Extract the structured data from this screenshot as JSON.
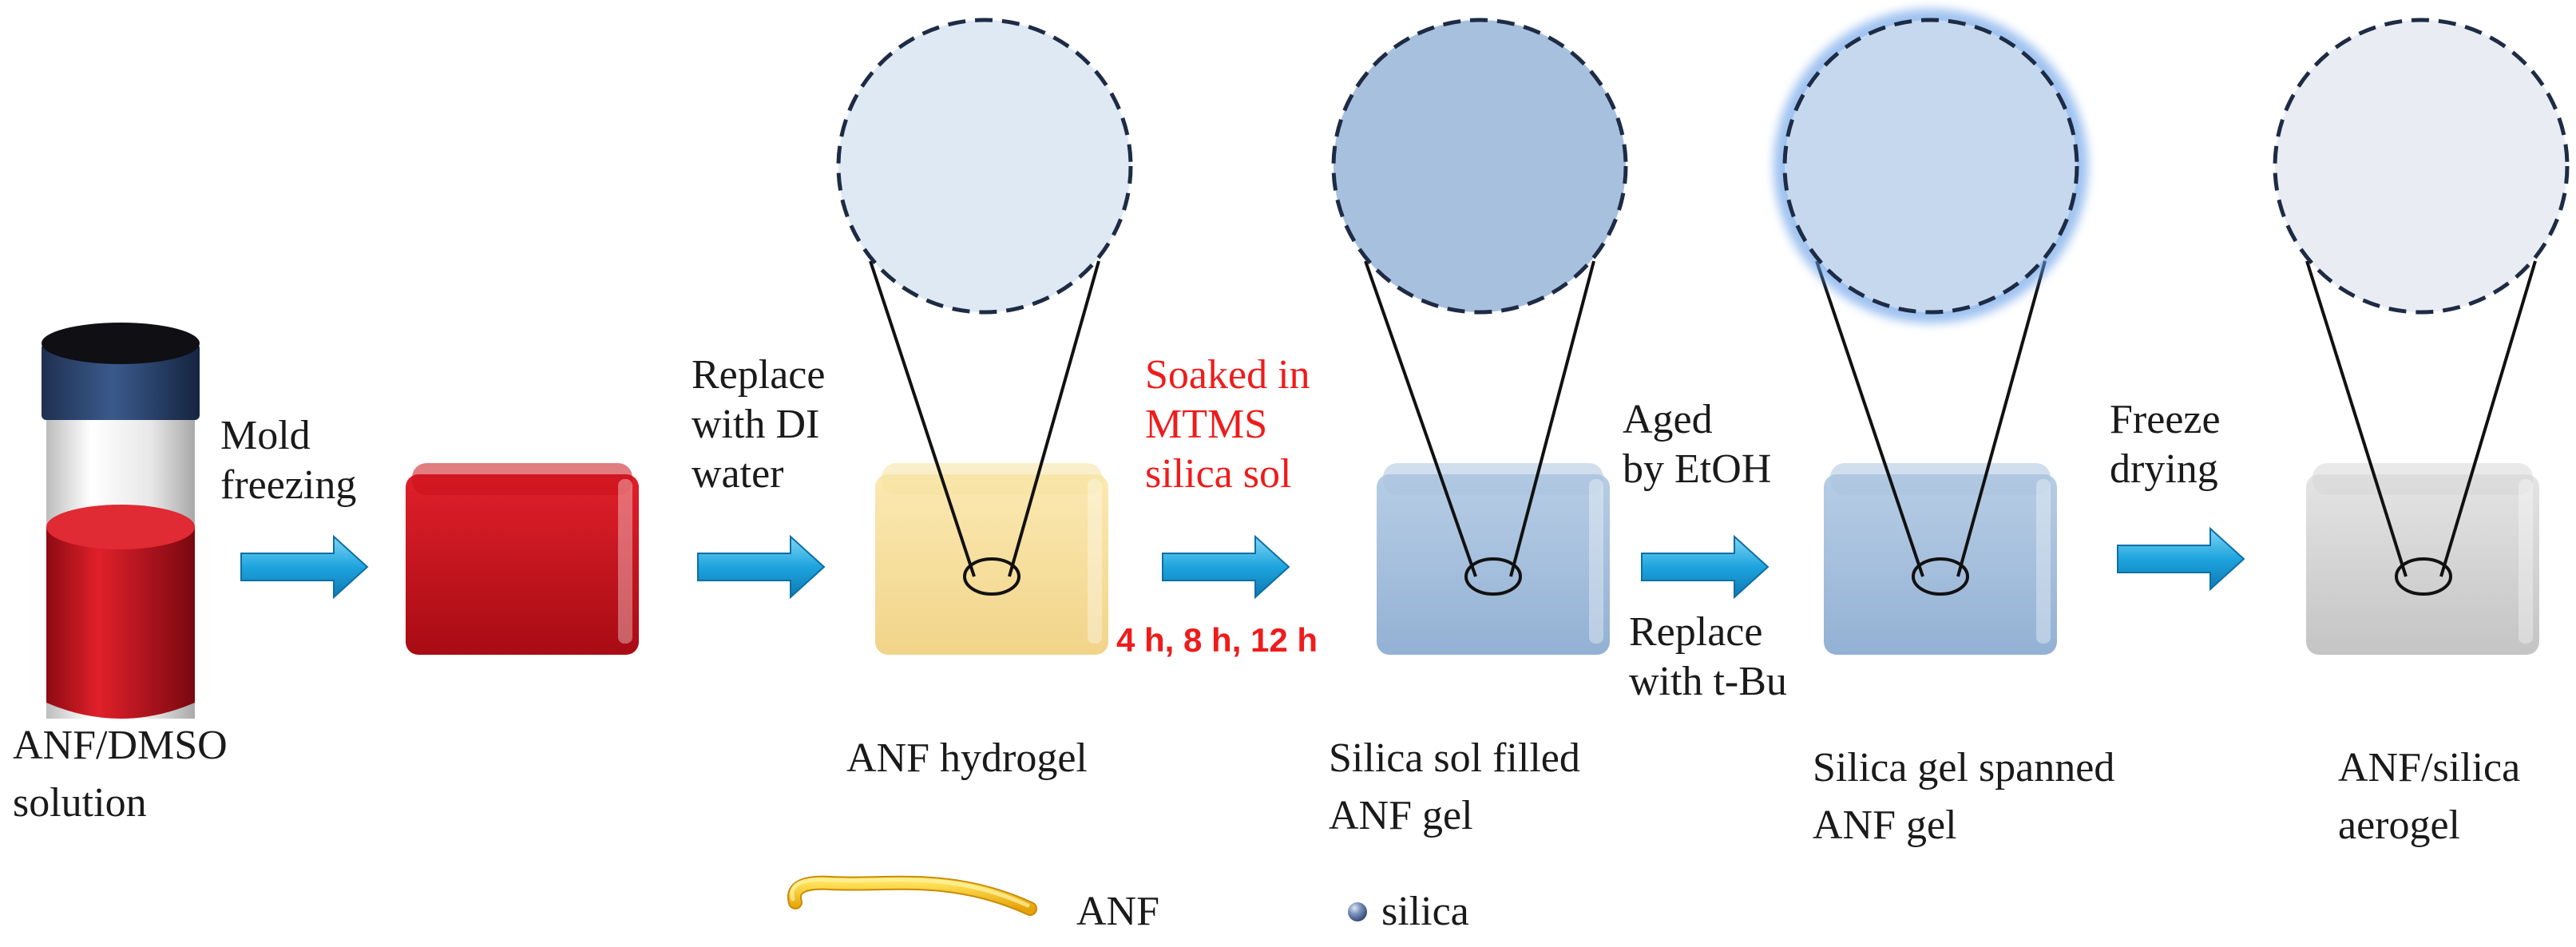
{
  "steps": [
    {
      "id": "vial",
      "label_lines": [
        "ANF/DMSO",
        "solution"
      ]
    },
    {
      "id": "red-block"
    },
    {
      "id": "hydrogel",
      "label_lines": [
        "ANF  hydrogel"
      ]
    },
    {
      "id": "sol-filled",
      "label_lines": [
        "Silica sol filled",
        "ANF gel"
      ]
    },
    {
      "id": "gel-spanned",
      "label_lines": [
        "Silica gel spanned",
        "ANF gel"
      ]
    },
    {
      "id": "aerogel",
      "label_lines": [
        "ANF/silica",
        "aerogel"
      ]
    }
  ],
  "arrows": [
    {
      "id": "mold-freezing",
      "above_lines": [
        "Mold",
        "freezing"
      ]
    },
    {
      "id": "replace-water",
      "above_lines": [
        "Replace",
        "with DI",
        "water"
      ]
    },
    {
      "id": "soak-mtms",
      "above_lines": [
        "Soaked in",
        "MTMS",
        "silica sol"
      ],
      "below": "4 h, 8 h, 12 h"
    },
    {
      "id": "age-etoh",
      "above_lines": [
        "Aged",
        "by EtOH"
      ],
      "below_lines": [
        "Replace",
        "with t-Bu"
      ]
    },
    {
      "id": "freeze-drying",
      "above_lines": [
        "Freeze",
        "drying"
      ]
    }
  ],
  "legend": {
    "fiber": "ANF",
    "particle": "silica"
  },
  "colors": {
    "arrow": "#1ea4de",
    "fiber": "#f6b914",
    "red_text": "#ee1c1c",
    "vial_cap": "#24395f",
    "vial_liquid": "#c8101a",
    "block_red": "#c8101a",
    "block_yellow": "#f6e1a0",
    "block_blue": "#a9c2de",
    "block_gray": "#d7d7d7",
    "silica": "#6f86b1"
  }
}
